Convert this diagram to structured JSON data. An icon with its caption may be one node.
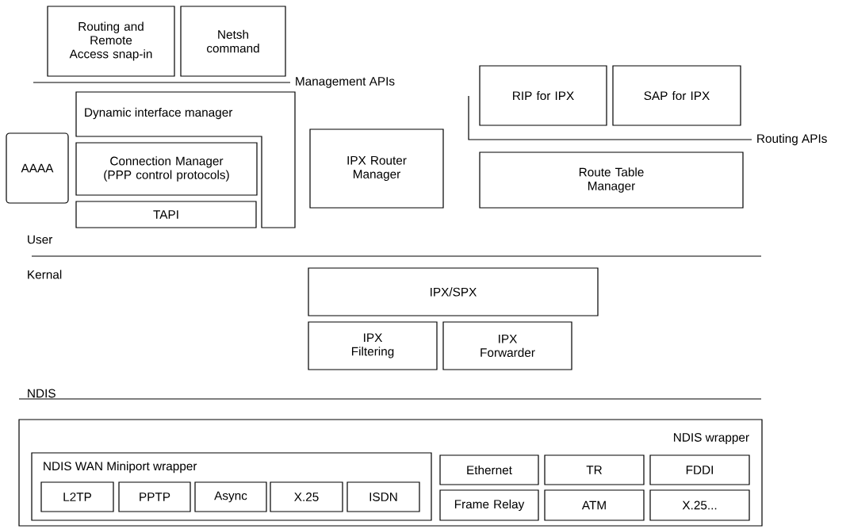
{
  "diagram": {
    "nodes": [
      {
        "text": [
          "Routing and Remote Access snap-in"
        ]
      },
      {
        "text": [
          "Netsh command"
        ]
      },
      {
        "text": [
          "Dynamic interface manager"
        ]
      },
      {
        "text": [
          "AAAA"
        ]
      },
      {
        "text": [
          "Connection Manager (PPP control protocols)"
        ]
      },
      {
        "text": [
          "TAPI"
        ]
      },
      {
        "text": [
          "IPX Router Manager"
        ]
      },
      {
        "text": [
          "RIP for IPX"
        ]
      },
      {
        "text": [
          "SAP for IPX"
        ]
      },
      {
        "text": [
          "Route Table Manager"
        ]
      },
      {
        "text": [
          "IPX/SPX"
        ]
      },
      {
        "text": [
          "IPX Filtering"
        ]
      },
      {
        "text": [
          "IPX Forwarder"
        ]
      },
      {
        "text": [
          "NDIS wrapper"
        ]
      },
      {
        "text": [
          "NDIS WAN Miniport wrapper"
        ],
        "in": 13
      },
      {
        "text": [
          "L2TP"
        ],
        "in": 14
      },
      {
        "text": [
          "PPTP"
        ],
        "in": 14
      },
      {
        "text": [
          "Async"
        ],
        "in": 14
      },
      {
        "text": [
          "X.25"
        ],
        "in": 14
      },
      {
        "text": [
          "ISDN"
        ],
        "in": 14
      },
      {
        "text": [
          "Ethernet"
        ],
        "in": 13
      },
      {
        "text": [
          "TR"
        ],
        "in": 13
      },
      {
        "text": [
          "FDDI"
        ],
        "in": 13
      },
      {
        "text": [
          "Frame Relay"
        ],
        "in": 13
      },
      {
        "text": [
          "ATM"
        ],
        "in": 13
      },
      {
        "text": [
          "X.25..."
        ],
        "in": 13
      }
    ],
    "edges": [],
    "labels": [
      "Management APIs",
      "Routing APIs",
      "User",
      "Kernal",
      "NDIS"
    ]
  }
}
